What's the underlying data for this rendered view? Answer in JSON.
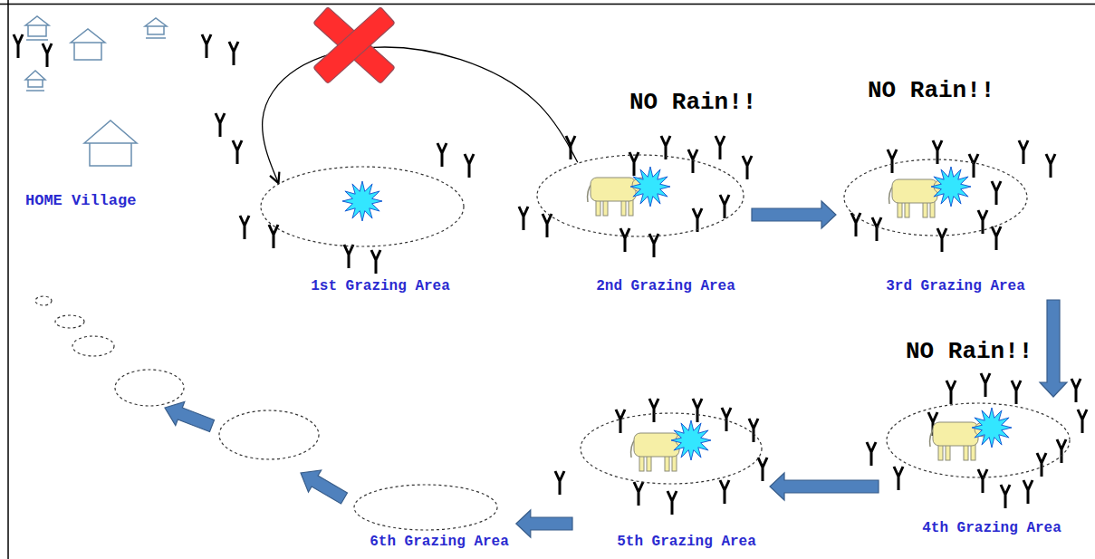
{
  "diagram": {
    "nodes": [
      {
        "text": [
          "1st Grazing Area"
        ]
      },
      {
        "text": [
          "2nd Grazing Area"
        ]
      },
      {
        "text": [
          "3rd Grazing Area"
        ]
      },
      {
        "text": [
          "4th Grazing Area"
        ]
      },
      {
        "text": [
          "5th Grazing Area"
        ]
      },
      {
        "text": [
          "6th Grazing Area"
        ]
      }
    ],
    "edges": [
      {
        "from": 1,
        "to": 0,
        "arrow": "to"
      },
      {
        "from": 1,
        "to": 2,
        "arrow": "to"
      },
      {
        "from": 2,
        "to": 3,
        "arrow": "to"
      },
      {
        "from": 3,
        "to": 4,
        "arrow": "to"
      },
      {
        "from": 4,
        "to": 5,
        "arrow": "to"
      }
    ],
    "labels": [
      "HOME Village",
      "NO Rain!!",
      "NO Rain!!",
      "NO Rain!!"
    ]
  }
}
